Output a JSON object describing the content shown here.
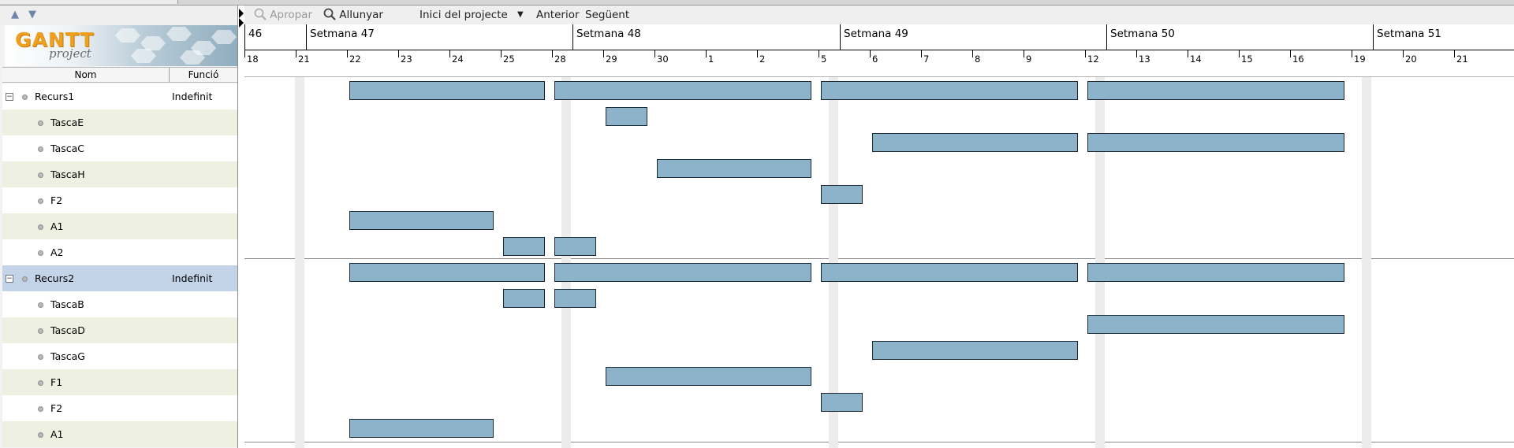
{
  "colors": {
    "bar_fill": "#8db3cb",
    "bar_border": "#1e2a33",
    "stripe": "#eef0e2",
    "selected_row": "#c4d4e8",
    "weekend": "#ececec"
  },
  "left_toolbar": {
    "move_up_icon": "arrow-up-icon",
    "move_down_icon": "arrow-down-icon"
  },
  "logo": {
    "name": "GANTT",
    "subtitle": "project"
  },
  "columns": {
    "nom": "Nom",
    "funcio": "Funció"
  },
  "toolbar": {
    "zoom_in": "Apropar",
    "zoom_out": "Allunyar",
    "project_start": "Inici del projecte",
    "previous": "Anterior",
    "next": "Següent"
  },
  "timeline": {
    "weeks": [
      "46",
      "Setmana 47",
      "Setmana 48",
      "Setmana 49",
      "Setmana 50",
      "Setmana 51"
    ],
    "days": [
      "18",
      "21",
      "22",
      "23",
      "24",
      "25",
      "28",
      "29",
      "30",
      "1",
      "2",
      "5",
      "6",
      "7",
      "8",
      "9",
      "12",
      "13",
      "14",
      "15",
      "16",
      "19",
      "20",
      "21"
    ]
  },
  "resources": [
    {
      "name": "Recurs1",
      "role": "Indefinit",
      "type": "resource",
      "selected": false,
      "bars": [
        [
          "22",
          "28"
        ],
        [
          "28",
          "5"
        ],
        [
          "5",
          "12"
        ],
        [
          "12",
          "19"
        ]
      ]
    },
    {
      "name": "TascaE",
      "type": "task",
      "bars": [
        [
          "29",
          "30"
        ]
      ]
    },
    {
      "name": "TascaC",
      "type": "task",
      "bars": [
        [
          "6",
          "12"
        ],
        [
          "12",
          "19"
        ]
      ]
    },
    {
      "name": "TascaH",
      "type": "task",
      "bars": [
        [
          "30",
          "5"
        ]
      ]
    },
    {
      "name": "F2",
      "type": "task",
      "bars": [
        [
          "5",
          "6"
        ]
      ]
    },
    {
      "name": "A1",
      "type": "task",
      "bars": [
        [
          "22",
          "25"
        ]
      ]
    },
    {
      "name": "A2",
      "type": "task",
      "bars": [
        [
          "25",
          "28"
        ],
        [
          "28",
          "29"
        ]
      ]
    },
    {
      "name": "Recurs2",
      "role": "Indefinit",
      "type": "resource",
      "selected": true,
      "bars": [
        [
          "22",
          "28"
        ],
        [
          "28",
          "5"
        ],
        [
          "5",
          "12"
        ],
        [
          "12",
          "19"
        ]
      ]
    },
    {
      "name": "TascaB",
      "type": "task",
      "bars": [
        [
          "25",
          "28"
        ],
        [
          "28",
          "29"
        ]
      ]
    },
    {
      "name": "TascaD",
      "type": "task",
      "bars": [
        [
          "12",
          "19"
        ]
      ]
    },
    {
      "name": "TascaG",
      "type": "task",
      "bars": [
        [
          "6",
          "12"
        ]
      ]
    },
    {
      "name": "F1",
      "type": "task",
      "bars": [
        [
          "29",
          "5"
        ]
      ]
    },
    {
      "name": "F2",
      "type": "task",
      "bars": [
        [
          "5",
          "6"
        ]
      ]
    },
    {
      "name": "A1",
      "type": "task",
      "bars": [
        [
          "22",
          "25"
        ]
      ]
    }
  ]
}
